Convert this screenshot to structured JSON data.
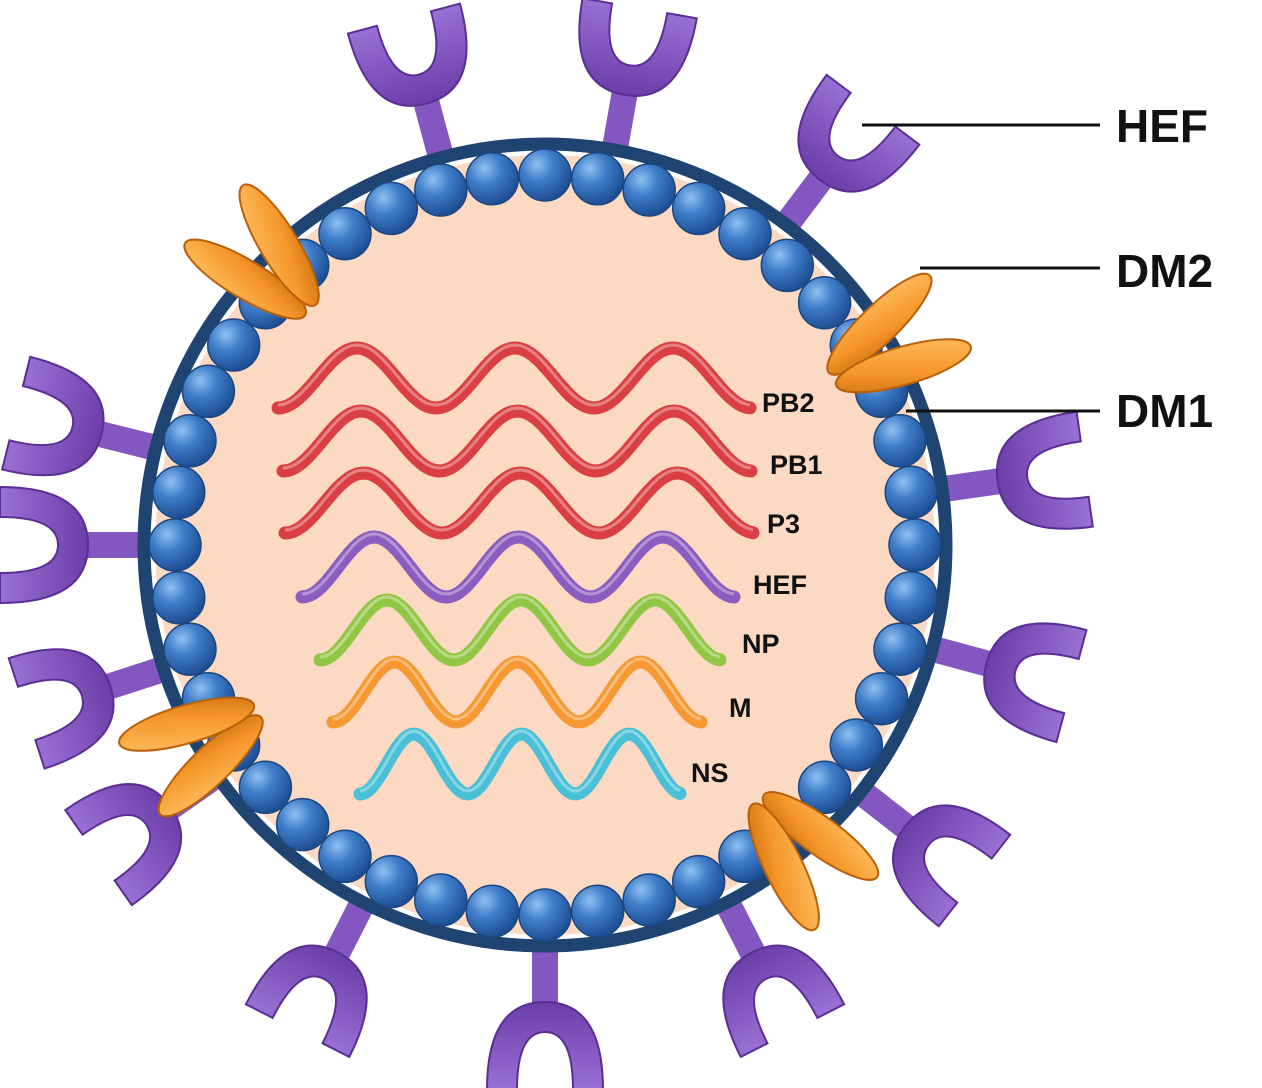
{
  "callouts": [
    {
      "id": "hef",
      "label": "HEF"
    },
    {
      "id": "dm2",
      "label": "DM2"
    },
    {
      "id": "dm1",
      "label": "DM1"
    }
  ],
  "segments": [
    {
      "id": "pb2",
      "label": "PB2",
      "color": "#d8383c"
    },
    {
      "id": "pb1",
      "label": "PB1",
      "color": "#d8383c"
    },
    {
      "id": "p3",
      "label": "P3",
      "color": "#d8383c"
    },
    {
      "id": "hef",
      "label": "HEF",
      "color": "#8456bf"
    },
    {
      "id": "np",
      "label": "NP",
      "color": "#8cc63f"
    },
    {
      "id": "m",
      "label": "M",
      "color": "#f5962a"
    },
    {
      "id": "ns",
      "label": "NS",
      "color": "#3fbfd8"
    }
  ],
  "colors": {
    "interior": "#fcd9c3",
    "envelope": "#1f4472",
    "matrix_bead": "#3f7dc9",
    "hef_spike": "#8456bf",
    "dm2_channel": "#f5962a"
  }
}
